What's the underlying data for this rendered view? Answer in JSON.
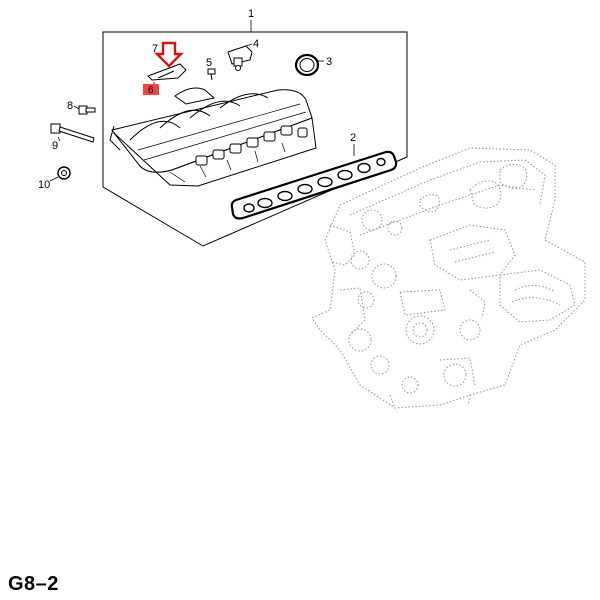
{
  "diagram": {
    "code": "G8–2",
    "callouts": {
      "c1": "1",
      "c2": "2",
      "c3": "3",
      "c4": "4",
      "c5": "5",
      "c6": "6",
      "c7": "7",
      "c8": "8",
      "c9": "9",
      "c10": "10"
    },
    "highlighted_part": "6",
    "colors": {
      "highlight_fill": "#ee4444",
      "arrow": "#dd1111",
      "line": "#000000",
      "engine_dots": "#999999"
    }
  }
}
